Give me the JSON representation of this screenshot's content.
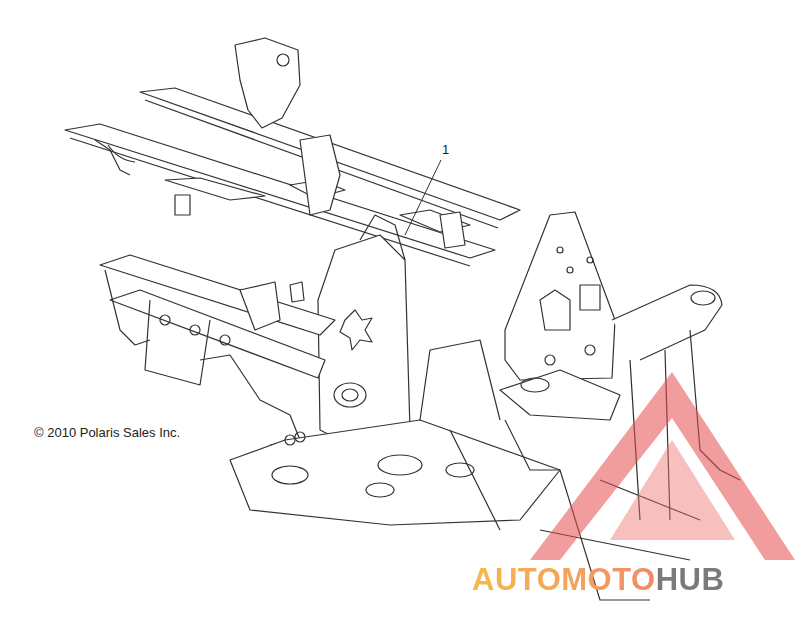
{
  "diagram": {
    "labels": [
      "1",
      "© 2010 Polaris Sales Inc.",
      "AUTOMOTOHUB"
    ]
  }
}
